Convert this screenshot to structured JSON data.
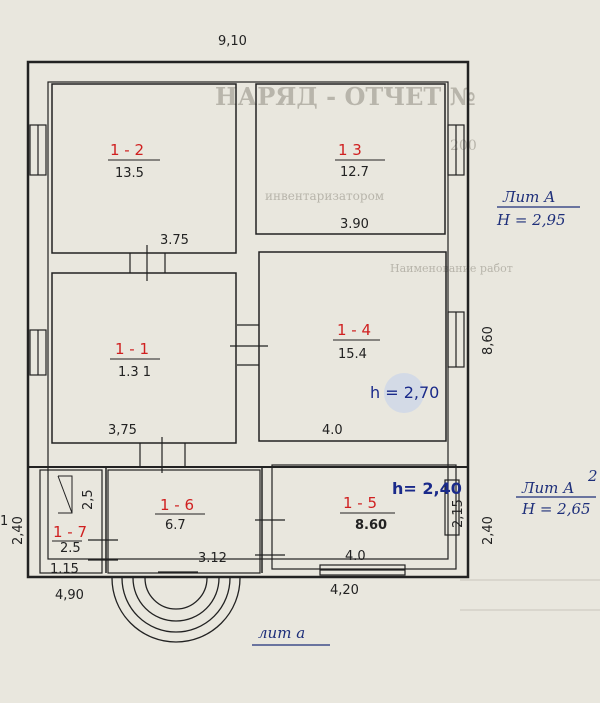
{
  "background": {
    "form_header": "НАРЯД - ОТЧЕТ №",
    "year": "200",
    "line_1": "инвентаризатором",
    "line_2": "Наименование работ"
  },
  "rooms": [
    {
      "id": "1 - 2",
      "area": "13.5"
    },
    {
      "id": "1   3",
      "area": "12.7"
    },
    {
      "id": "1 - 1",
      "area": "1.3 1"
    },
    {
      "id": "1 - 4",
      "area": "15.4"
    },
    {
      "id": "1 - 6",
      "area": "6.7"
    },
    {
      "id": "1 - 5",
      "area": "8.60"
    },
    {
      "id": "1 - 7",
      "area": "2.5"
    }
  ],
  "dimensions": {
    "top_width": "9,10",
    "room_1_2_width": "3.75",
    "room_1_3_width": "3.90",
    "room_1_1_width": "3,75",
    "room_1_4_width": "4.0",
    "room_1_6_width": "3.12",
    "room_1_5_width": "4.0",
    "extension_width": "4,20",
    "left_width": "4,90",
    "small_width": "1.15",
    "right_height": "8,60",
    "extension_height": "2,40",
    "room_1_5_height": "2,15",
    "room_1_7_height": "2,5",
    "left_height": "2,40",
    "left_mark": "1"
  },
  "heights": {
    "main": "h = 2,70",
    "extension": "h= 2,40"
  },
  "lit": {
    "a_label": "Лит А",
    "a_height": "Н = 2,95",
    "a2_label": "Лит А",
    "a2_superscript": "2",
    "a2_height": "Н = 2,65",
    "a_bottom": "лит а"
  },
  "colors": {
    "room_id": "#d02020",
    "height_ink": "#1a2a8a",
    "lit_ink": "#1e2f7a",
    "paper": "#e9e7de"
  }
}
